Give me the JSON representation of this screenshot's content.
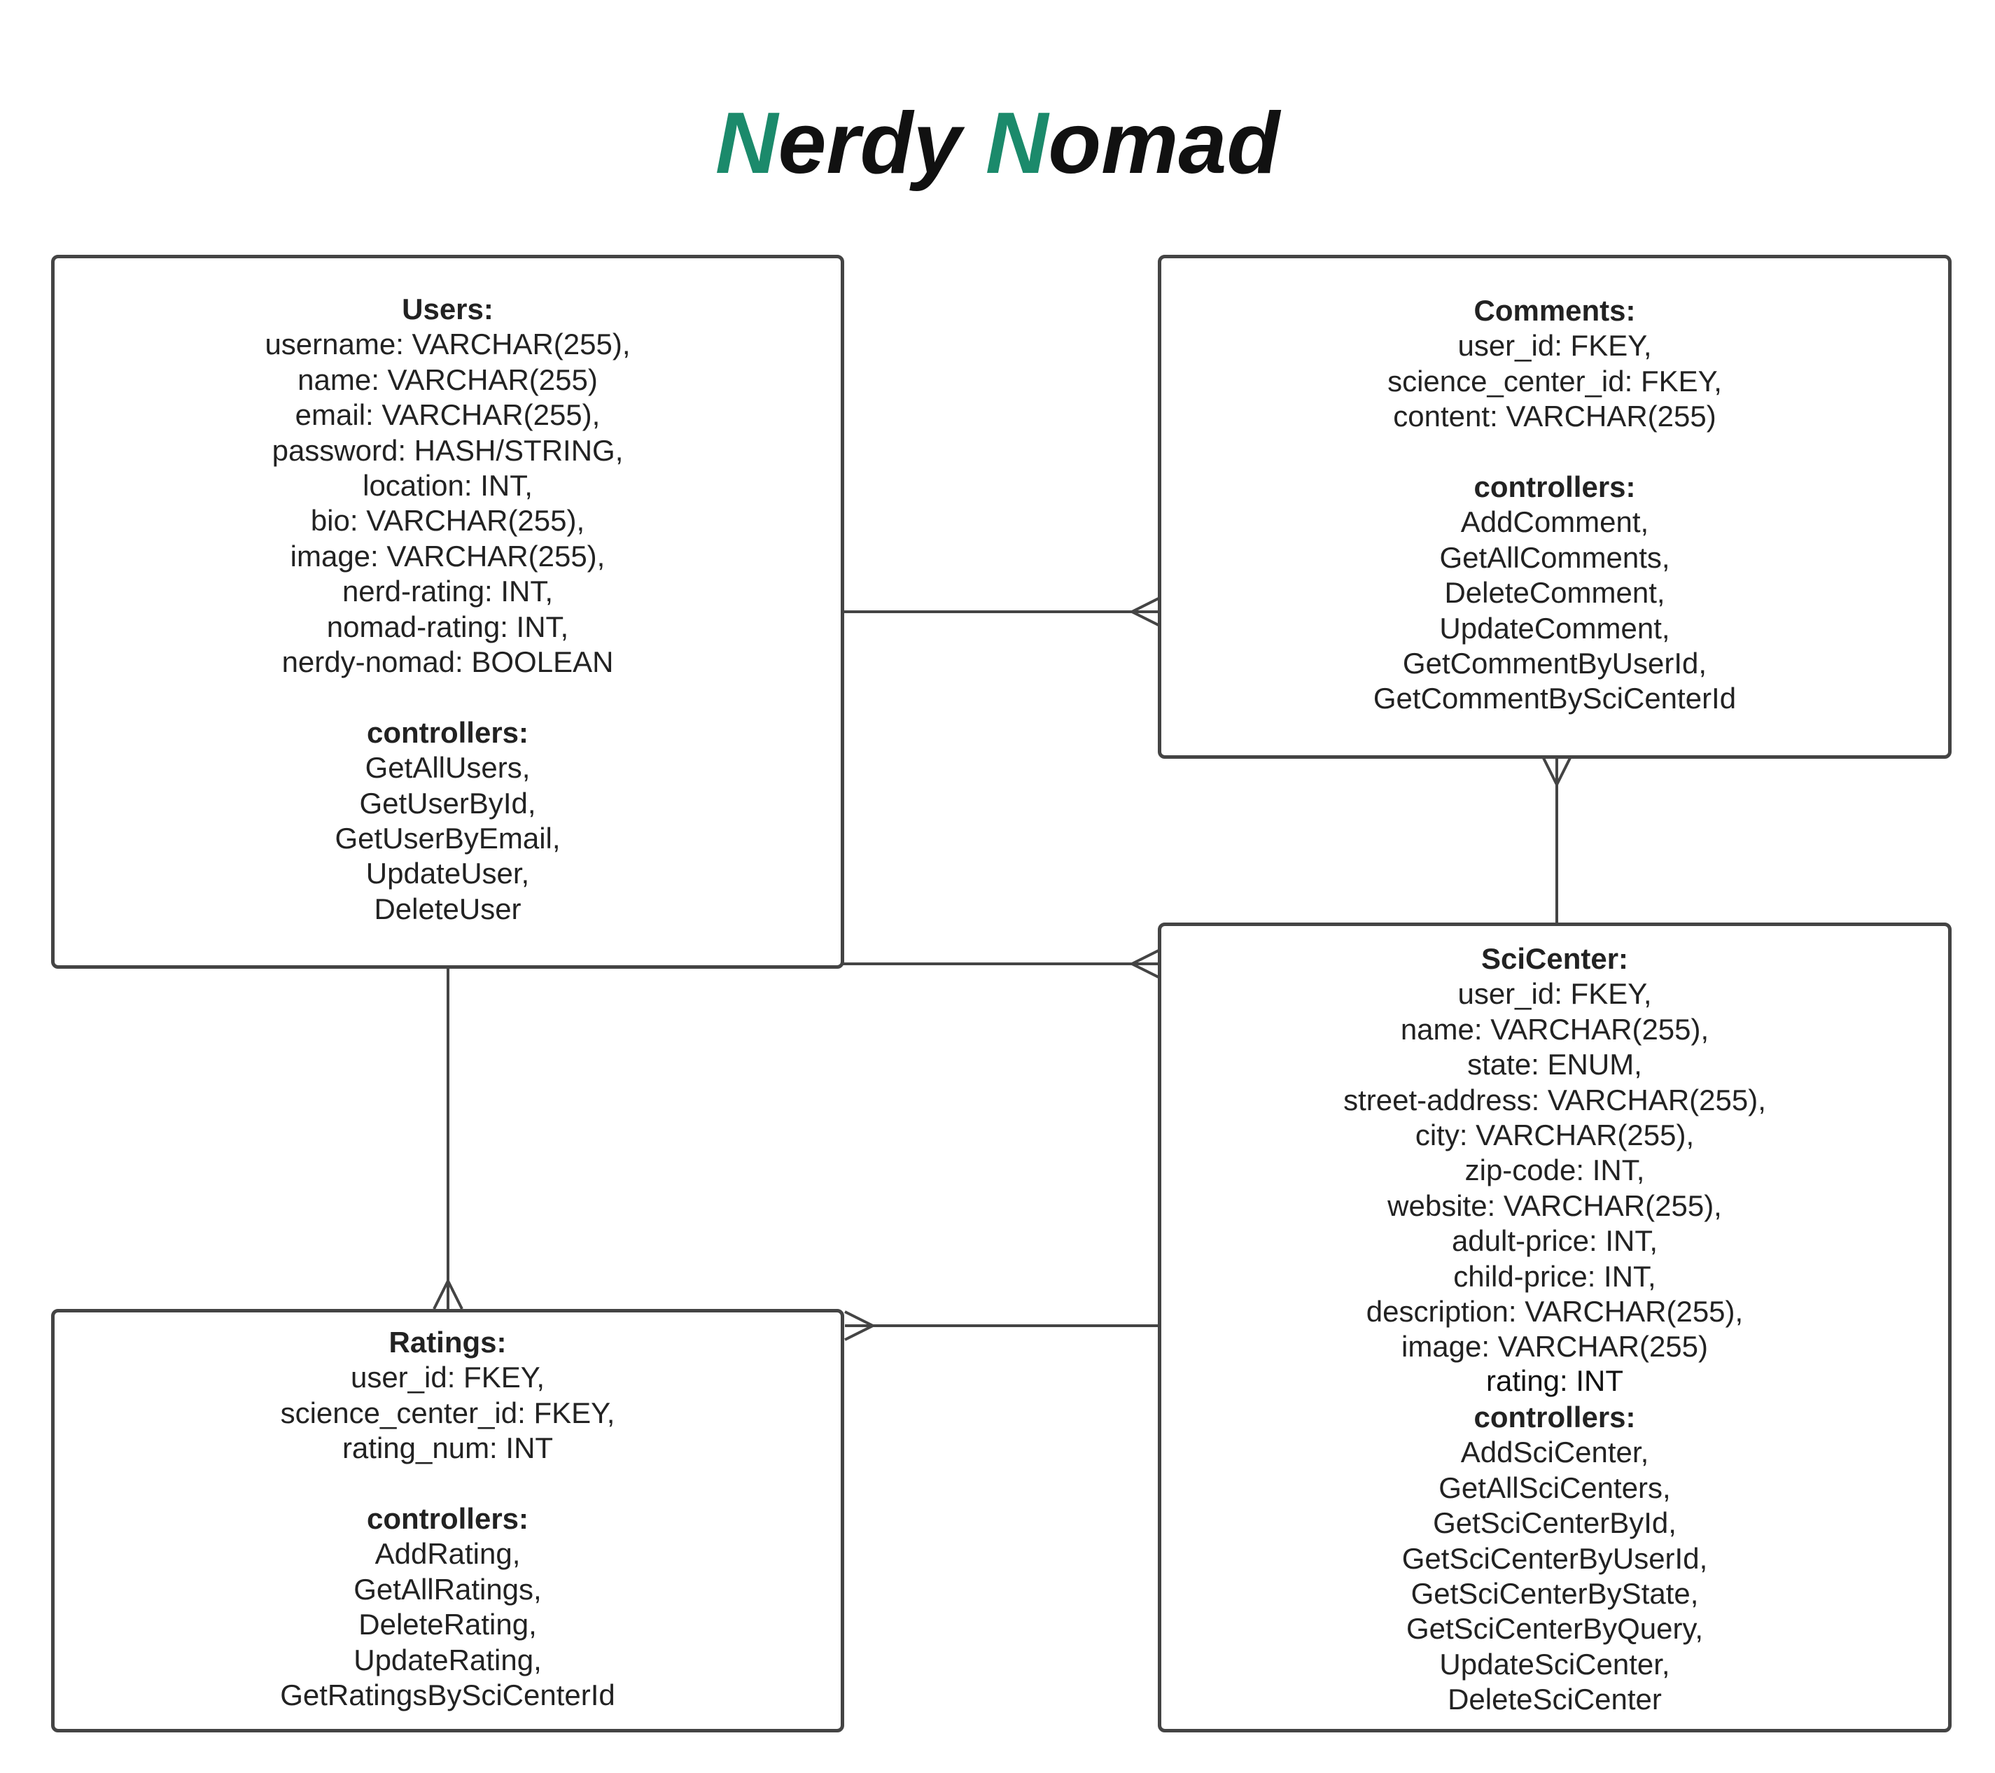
{
  "title": {
    "accent_1": "N",
    "rest_1": "erdy ",
    "accent_2": "N",
    "rest_2": "omad"
  },
  "colors": {
    "accent": "#1b8a6b",
    "border": "#444444",
    "text": "#222222"
  },
  "entities": {
    "users": {
      "heading": "Users:",
      "fields": [
        "username: VARCHAR(255),",
        "name: VARCHAR(255)",
        "email: VARCHAR(255),",
        "password: HASH/STRING,",
        "location: INT,",
        "bio: VARCHAR(255),",
        "image: VARCHAR(255),",
        "nerd-rating: INT,",
        "nomad-rating: INT,",
        "nerdy-nomad: BOOLEAN"
      ],
      "controllers_heading": "controllers:",
      "controllers": [
        "GetAllUsers,",
        "GetUserById,",
        "GetUserByEmail,",
        "UpdateUser,",
        "DeleteUser"
      ]
    },
    "comments": {
      "heading": "Comments:",
      "fields": [
        "user_id: FKEY,",
        "science_center_id: FKEY,",
        "content: VARCHAR(255)"
      ],
      "controllers_heading": "controllers:",
      "controllers": [
        "AddComment,",
        "GetAllComments,",
        "DeleteComment,",
        "UpdateComment,",
        "GetCommentByUserId,",
        "GetCommentBySciCenterId"
      ]
    },
    "scicenter": {
      "heading": "SciCenter:",
      "fields": [
        "user_id: FKEY,",
        "name: VARCHAR(255),",
        "state: ENUM,",
        "street-address: VARCHAR(255),",
        "city: VARCHAR(255),",
        "zip-code: INT,",
        "website: VARCHAR(255),",
        "adult-price: INT,",
        "child-price: INT,",
        "description: VARCHAR(255),",
        "image: VARCHAR(255)",
        "rating: INT"
      ],
      "controllers_heading": "controllers:",
      "controllers": [
        "AddSciCenter,",
        "GetAllSciCenters,",
        "GetSciCenterById,",
        "GetSciCenterByUserId,",
        "GetSciCenterByState,",
        "GetSciCenterByQuery,",
        "UpdateSciCenter,",
        "DeleteSciCenter"
      ]
    },
    "ratings": {
      "heading": "Ratings:",
      "fields": [
        "user_id: FKEY,",
        "science_center_id: FKEY,",
        "rating_num: INT"
      ],
      "controllers_heading": "controllers:",
      "controllers": [
        "AddRating,",
        "GetAllRatings,",
        "DeleteRating,",
        "UpdateRating,",
        "GetRatingsBySciCenterId"
      ]
    }
  },
  "relationships": [
    {
      "from": "users",
      "to": "comments",
      "cardinality": "one-to-many"
    },
    {
      "from": "users",
      "to": "scicenter",
      "cardinality": "one-to-many"
    },
    {
      "from": "users",
      "to": "ratings",
      "cardinality": "one-to-many"
    },
    {
      "from": "scicenter",
      "to": "comments",
      "cardinality": "one-to-many"
    },
    {
      "from": "scicenter",
      "to": "ratings",
      "cardinality": "one-to-many"
    }
  ]
}
